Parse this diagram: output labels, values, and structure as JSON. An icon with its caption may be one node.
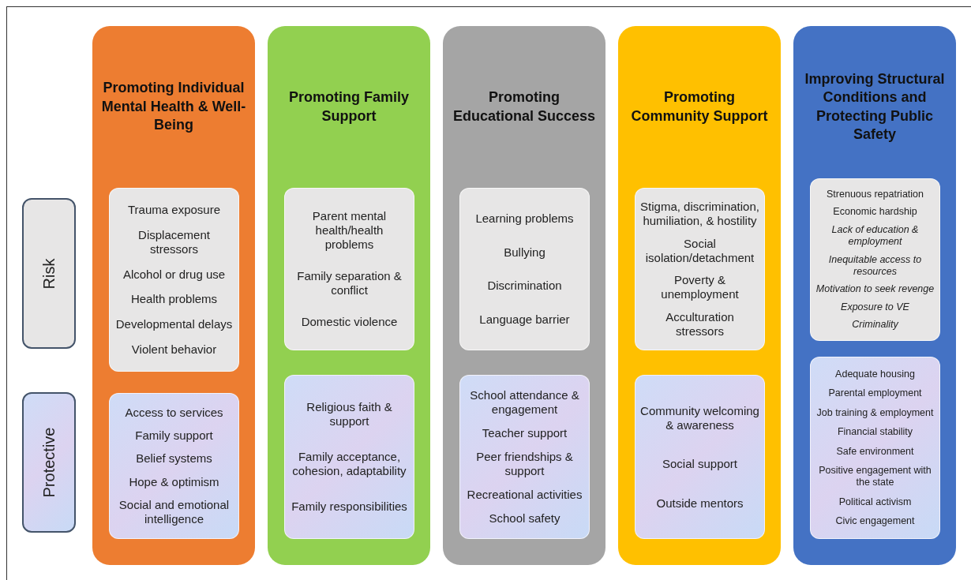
{
  "diagram": {
    "nodes": [
      {
        "text": [
          "Risk"
        ]
      },
      {
        "text": [
          "Protective"
        ]
      },
      {
        "text": [
          "Promoting Individual Mental Health & Well-Being"
        ]
      },
      {
        "text": [
          "Trauma exposure",
          "Displacement stressors",
          "Alcohol or drug use",
          "Health problems",
          "Developmental delays",
          "Violent behavior"
        ],
        "in": 2
      },
      {
        "text": [
          "Access to services",
          "Family support",
          "Belief systems",
          "Hope & optimism",
          "Social and emotional intelligence"
        ],
        "in": 2
      },
      {
        "text": [
          "Promoting Family Support"
        ]
      },
      {
        "text": [
          "Parent mental health/health problems",
          "Family separation & conflict",
          "Domestic violence"
        ],
        "in": 5
      },
      {
        "text": [
          "Religious faith & support",
          "Family acceptance, cohesion, adaptability",
          "Family responsibilities"
        ],
        "in": 5
      },
      {
        "text": [
          "Promoting Educational Success"
        ]
      },
      {
        "text": [
          "Learning problems",
          "Bullying",
          "Discrimination",
          "Language barrier"
        ],
        "in": 8
      },
      {
        "text": [
          "School attendance & engagement",
          "Teacher support",
          "Peer friendships & support",
          "Recreational activities",
          "School safety"
        ],
        "in": 8
      },
      {
        "text": [
          "Promoting Community Support"
        ]
      },
      {
        "text": [
          "Stigma, discrimination, humiliation, & hostility",
          "Social isolation/detachment",
          "Poverty & unemployment",
          "Acculturation stressors"
        ],
        "in": 11
      },
      {
        "text": [
          "Community welcoming & awareness",
          "Social support",
          "Outside mentors"
        ],
        "in": 11
      },
      {
        "text": [
          "Improving Structural Conditions and Protecting Public Safety"
        ]
      },
      {
        "text": [
          "Strenuous repatriation",
          "Economic hardship",
          "*Lack of education & employment*",
          "*Inequitable access to resources*",
          "*Motivation to seek revenge*",
          "*Exposure to VE*",
          "*Criminality*"
        ],
        "in": 14
      },
      {
        "text": [
          "Adequate housing",
          "Parental employment",
          "Job training & employment",
          "Financial stability",
          "Safe environment",
          "Positive engagement with the state",
          "Political activism",
          "Civic engagement"
        ],
        "in": 14
      }
    ]
  }
}
